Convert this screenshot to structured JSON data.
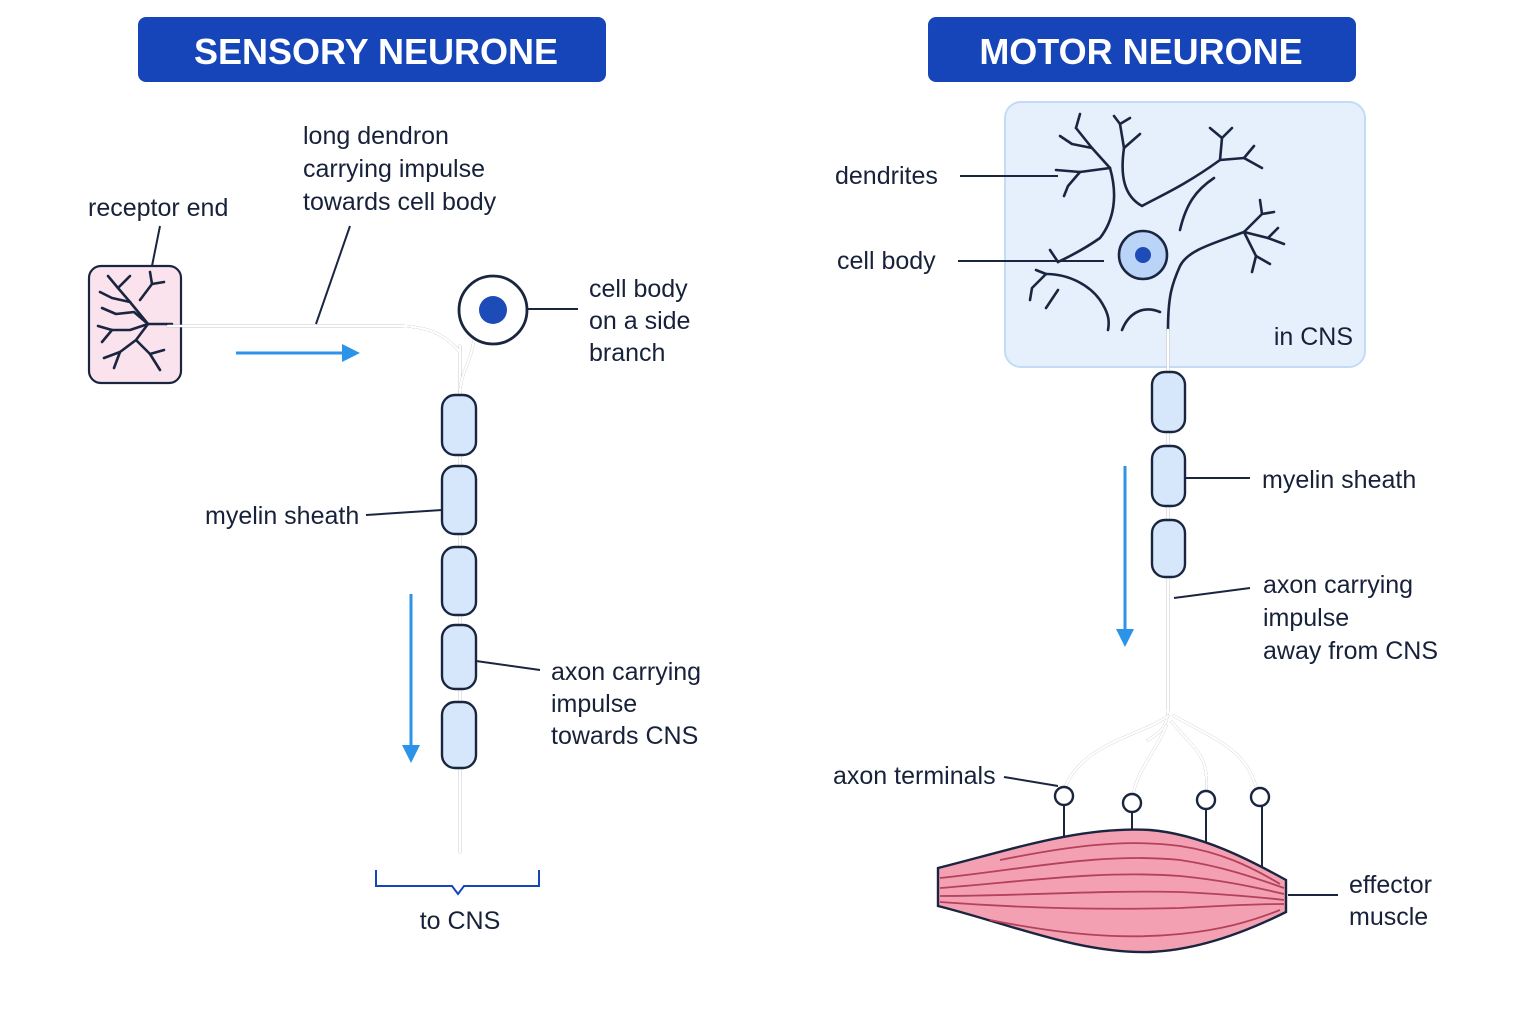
{
  "sensory": {
    "title": "SENSORY NEURONE",
    "label_receptor_end": "receptor end",
    "label_dendron": [
      "long dendron",
      "carrying impulse",
      "towards cell body"
    ],
    "label_cell_body": [
      "cell body",
      "on a side",
      "branch"
    ],
    "label_myelin": "myelin sheath",
    "label_axon": [
      "axon carrying",
      "impulse",
      "towards CNS"
    ],
    "label_to_cns": "to CNS"
  },
  "motor": {
    "title": "MOTOR NEURONE",
    "label_dendrites": "dendrites",
    "label_cell_body": "cell body",
    "label_in_cns": "in CNS",
    "label_myelin": "myelin sheath",
    "label_axon": [
      "axon carrying",
      "impulse",
      "away from CNS"
    ],
    "label_axon_terminals": "axon terminals",
    "label_effector": [
      "effector",
      "muscle"
    ]
  },
  "colors": {
    "title_bg": "#1545b8",
    "myelin": "#d6e7fb",
    "nucleus": "#1d4bb8",
    "arrow": "#2b93e8",
    "receptor_box": "#fbe3ee",
    "cns_box": "#e5f0fc",
    "muscle": "#f3a0b3"
  }
}
